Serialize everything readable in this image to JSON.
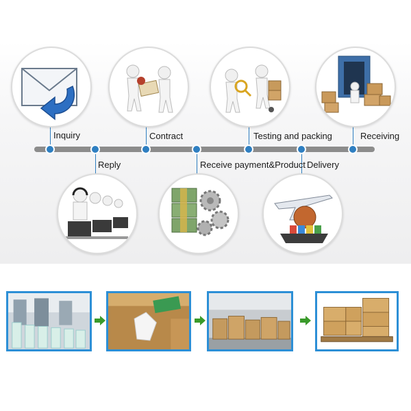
{
  "process": {
    "top_steps": [
      {
        "label": "Inquiry",
        "icon": "envelope-reply-icon"
      },
      {
        "label": "Contract",
        "icon": "handshake-contract-icon"
      },
      {
        "label": "Testing and packing",
        "icon": "testing-packing-icon"
      },
      {
        "label": "Receiving",
        "icon": "container-unloading-icon"
      }
    ],
    "bottom_steps": [
      {
        "label": "Reply",
        "icon": "call-center-icon"
      },
      {
        "label": "Receive payment&Product",
        "icon": "money-gears-icon"
      },
      {
        "label": "Delivery",
        "icon": "airplane-ship-icon"
      }
    ]
  },
  "colors": {
    "timeline": "#8c8c8c",
    "node": "#2f7fc1",
    "photo_border": "#2c8fd6",
    "arrow": "#3a9a2a"
  },
  "photo_strip": [
    {
      "icon": "factory-production-photo"
    },
    {
      "icon": "gloved-hand-packing-photo"
    },
    {
      "icon": "warehouse-boxes-photo"
    },
    {
      "icon": "palletized-cartons-photo"
    }
  ]
}
